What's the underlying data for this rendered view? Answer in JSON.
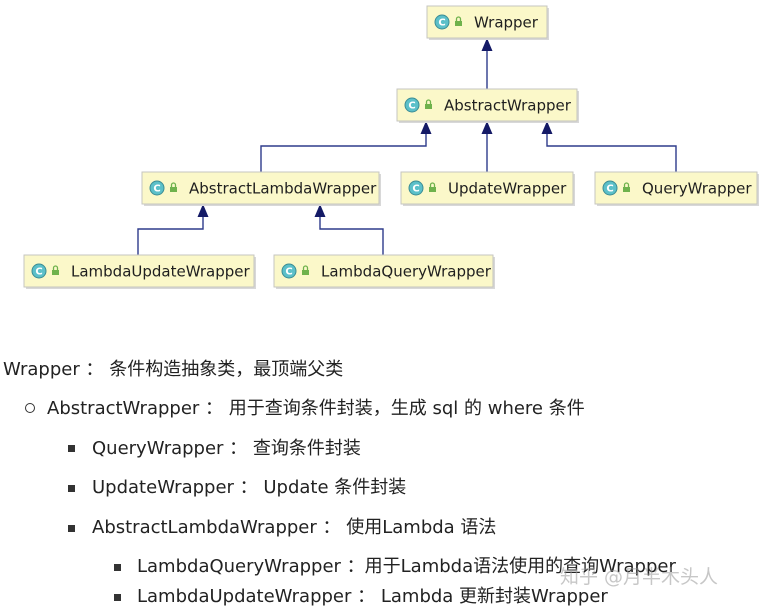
{
  "diagram": {
    "nodes": [
      {
        "id": "wrapper",
        "label": "Wrapper"
      },
      {
        "id": "abstract-wrapper",
        "label": "AbstractWrapper"
      },
      {
        "id": "abstract-lambda-wrapper",
        "label": "AbstractLambdaWrapper"
      },
      {
        "id": "update-wrapper",
        "label": "UpdateWrapper"
      },
      {
        "id": "query-wrapper",
        "label": "QueryWrapper"
      },
      {
        "id": "lambda-update-wrapper",
        "label": "LambdaUpdateWrapper"
      },
      {
        "id": "lambda-query-wrapper",
        "label": "LambdaQueryWrapper"
      }
    ],
    "edges": [
      {
        "from": "abstract-wrapper",
        "to": "wrapper"
      },
      {
        "from": "abstract-lambda-wrapper",
        "to": "abstract-wrapper"
      },
      {
        "from": "update-wrapper",
        "to": "abstract-wrapper"
      },
      {
        "from": "query-wrapper",
        "to": "abstract-wrapper"
      },
      {
        "from": "lambda-update-wrapper",
        "to": "abstract-lambda-wrapper"
      },
      {
        "from": "lambda-query-wrapper",
        "to": "abstract-lambda-wrapper"
      }
    ],
    "class_icon_letter": "C",
    "icon_names": {
      "class": "class-c-icon",
      "access": "lock-icon"
    }
  },
  "description": {
    "line1": "Wrapper ： 条件构造抽象类，最顶端父类",
    "line2": "AbstractWrapper ： 用于查询条件封装，生成 sql 的 where 条件",
    "line3": "QueryWrapper ： 查询条件封装",
    "line4": "UpdateWrapper ： Update 条件封装",
    "line5": "AbstractLambdaWrapper ： 使用Lambda 语法",
    "line6": "LambdaQueryWrapper ：用于Lambda语法使用的查询Wrapper",
    "line7": "LambdaUpdateWrapper ： Lambda 更新封装Wrapper"
  },
  "watermark": "知乎 @月半木头人"
}
